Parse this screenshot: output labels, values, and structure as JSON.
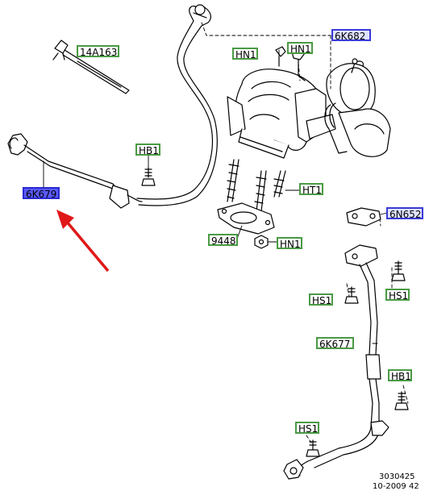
{
  "diagram": {
    "part_labels": {
      "p14a163": "14A163",
      "hn1_a": "HN1",
      "hn1_b": "HN1",
      "p6k682": "6K682",
      "hb1_a": "HB1",
      "p6k679": "6K679",
      "ht1": "HT1",
      "p6n652": "6N652",
      "p9448": "9448",
      "hn1_c": "HN1",
      "hs1_a": "HS1",
      "hs1_b": "HS1",
      "p6k677": "6K677",
      "hb1_b": "HB1",
      "hs1_c": "HS1"
    },
    "footer": {
      "ref_number": "3030425",
      "date": "10-2009 42"
    },
    "colors": {
      "label_border_green": "#4a9a44",
      "label_border_blue": "#3a3ad6",
      "highlight_fill": "#5a5aff",
      "arrow_red": "#e01818"
    }
  }
}
